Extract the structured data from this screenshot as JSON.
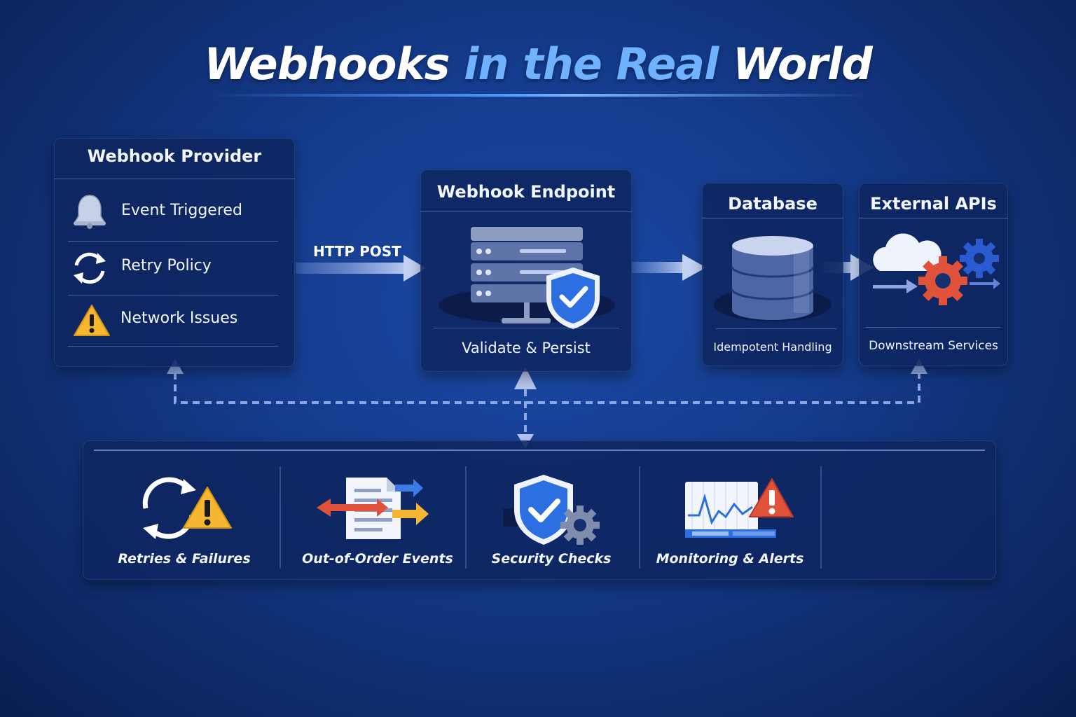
{
  "title": {
    "part1": "Webhooks",
    "part2": "in the Real",
    "part3": "World"
  },
  "provider": {
    "title": "Webhook Provider",
    "items": [
      {
        "label": "Event Triggered",
        "icon": "bell-icon"
      },
      {
        "label": "Retry Policy",
        "icon": "refresh-icon"
      },
      {
        "label": "Network Issues",
        "icon": "warning-icon"
      }
    ]
  },
  "http_post_label": "HTTP POST",
  "endpoint": {
    "title": "Webhook Endpoint",
    "caption": "Validate & Persist",
    "icon": "server-shield-icon"
  },
  "database": {
    "title": "Database",
    "caption": "Idempotent Handling",
    "icon": "database-icon"
  },
  "external": {
    "title": "External APIs",
    "caption": "Downstream Services",
    "icon": "cloud-gears-icon"
  },
  "challenges": [
    {
      "label": "Retries & Failures",
      "icon": "retry-warning-icon"
    },
    {
      "label": "Out-of-Order Events",
      "icon": "document-arrows-icon"
    },
    {
      "label": "Security Checks",
      "icon": "shield-gear-icon"
    },
    {
      "label": "Monitoring & Alerts",
      "icon": "monitor-alert-icon"
    }
  ],
  "colors": {
    "accent": "#6fb3ff",
    "warning": "#f5b731",
    "alert": "#e2533d",
    "background": "#153c8e"
  }
}
